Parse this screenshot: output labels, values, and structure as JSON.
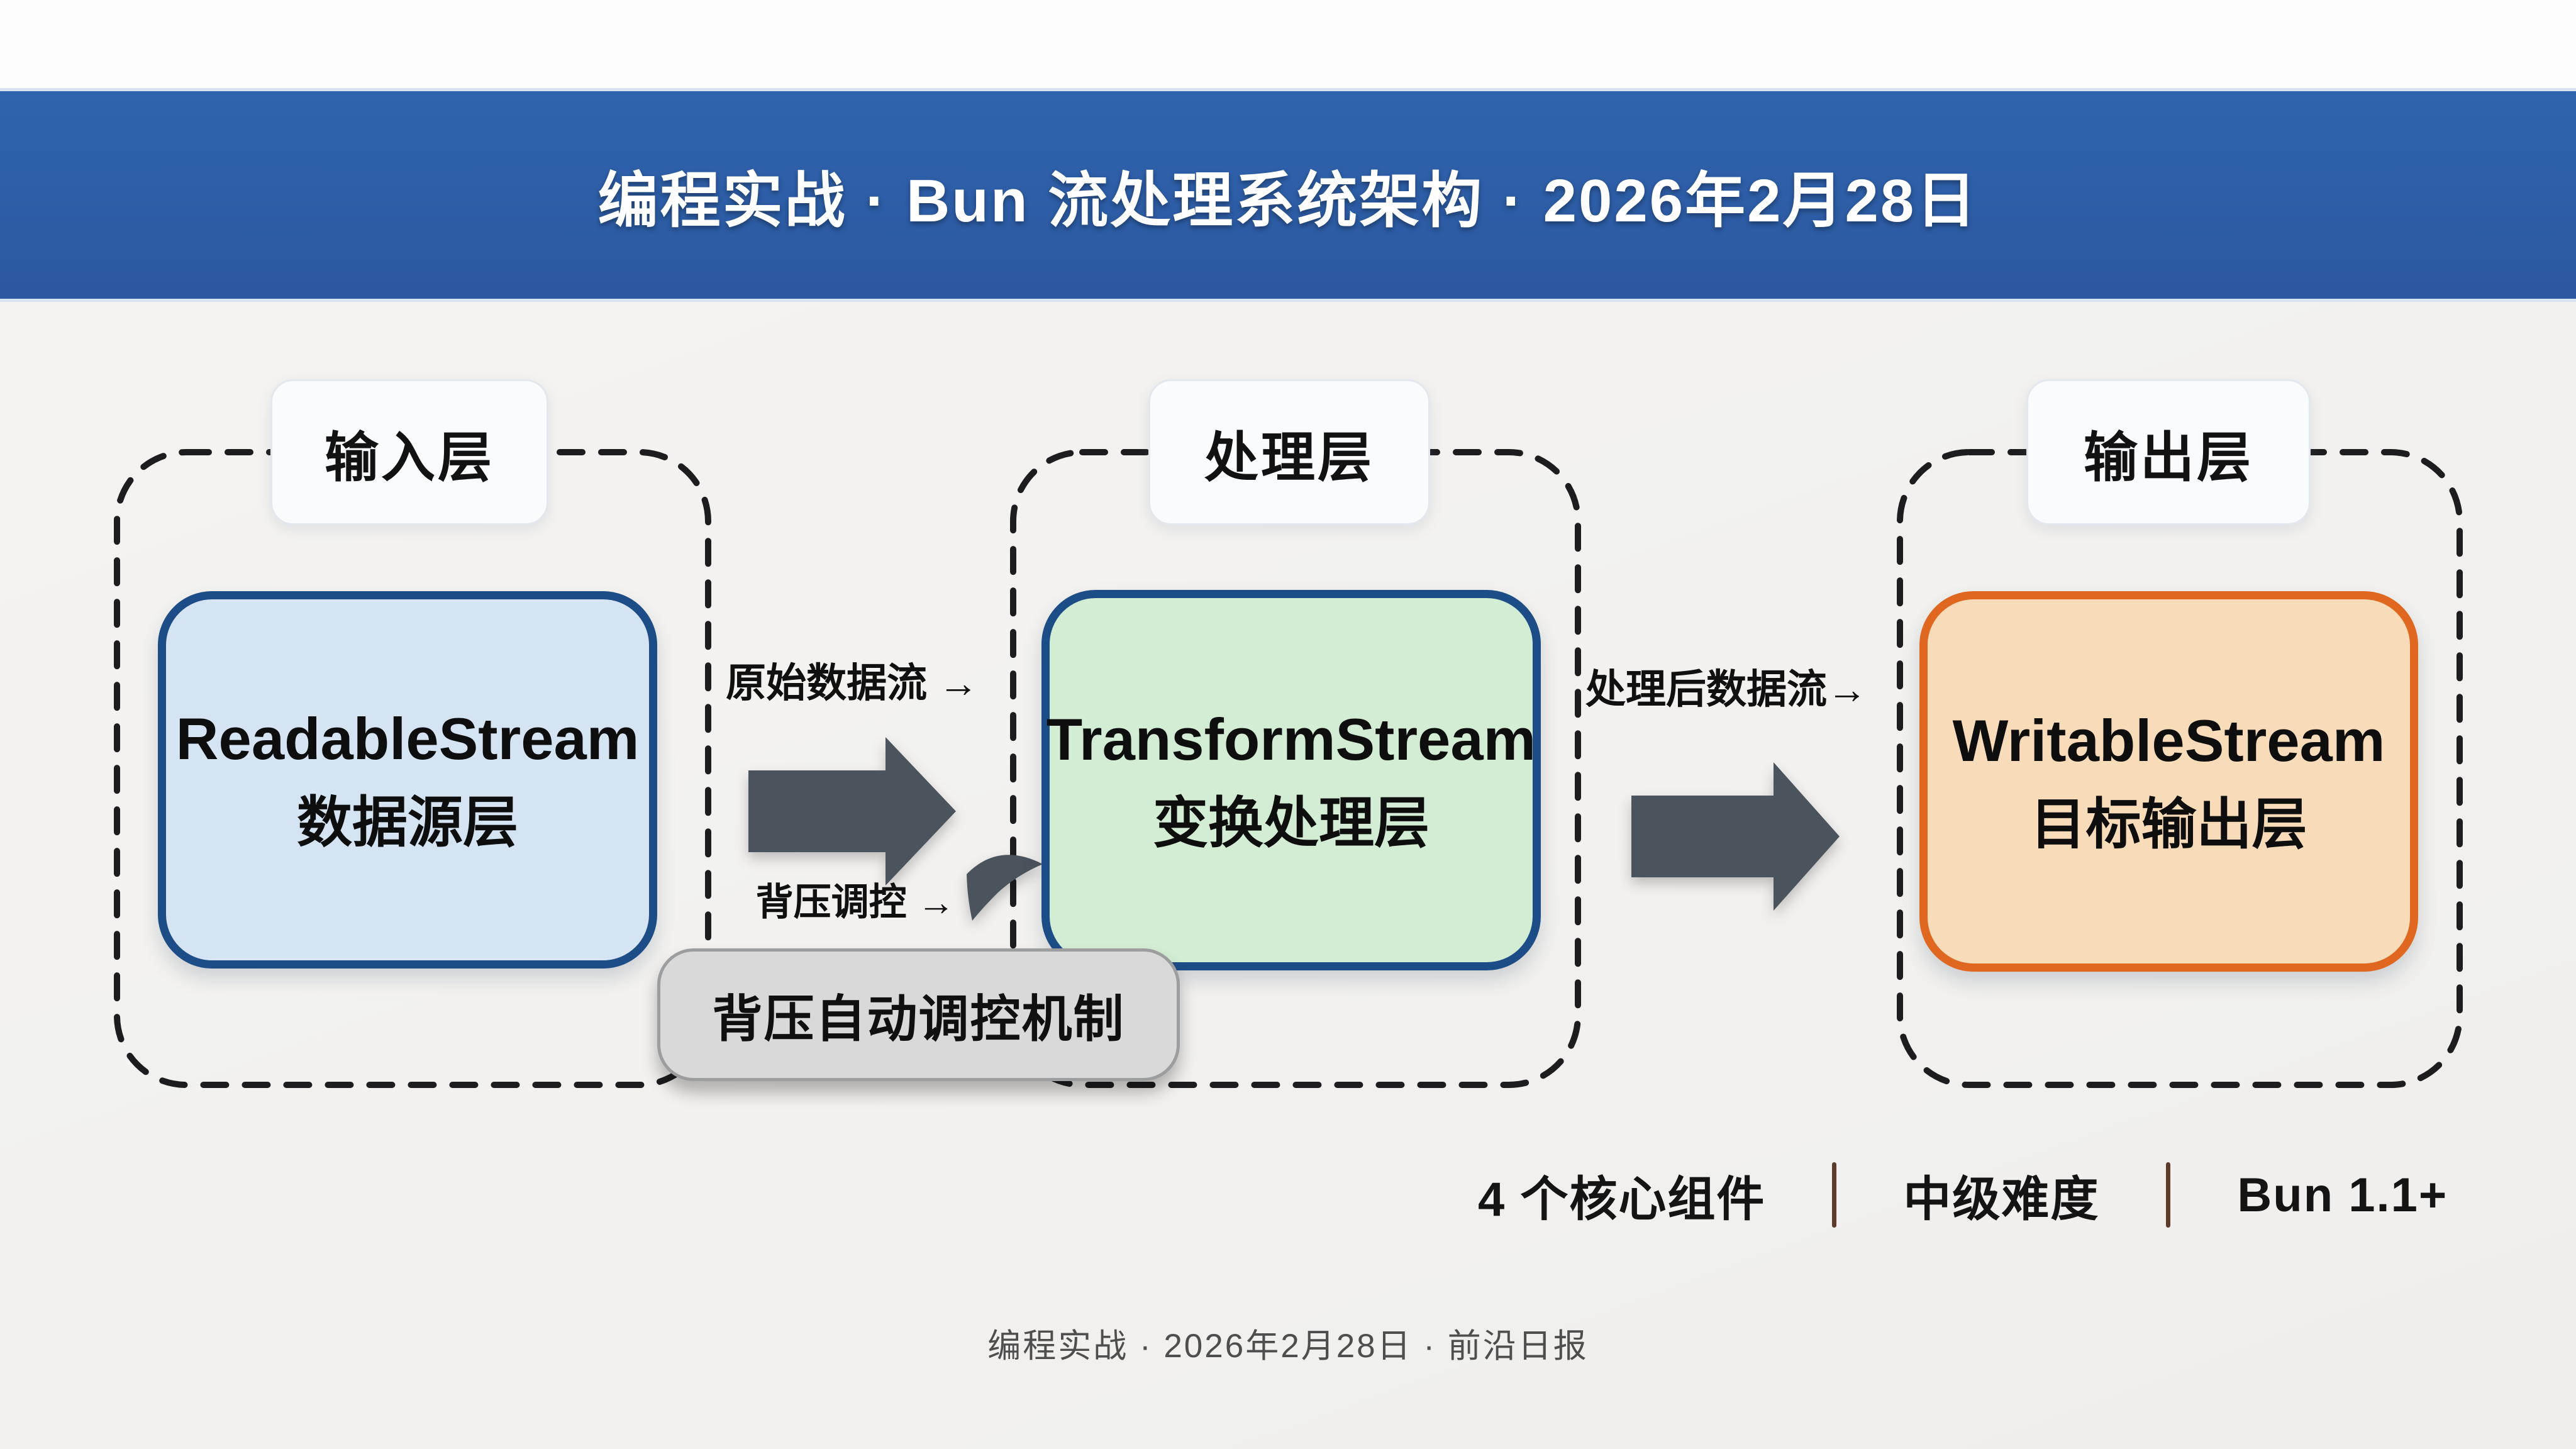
{
  "banner": {
    "title": "编程实战 · Bun 流处理系统架构 · 2026年2月28日",
    "bg_top": "#3064ae",
    "bg_bottom": "#2b58a0",
    "text_color": "#ffffff"
  },
  "groups": [
    {
      "label": "输入层"
    },
    {
      "label": "处理层"
    },
    {
      "label": "输出层"
    }
  ],
  "nodes": [
    {
      "title": "ReadableStream",
      "subtitle": "数据源层",
      "fill": "#d5e4f3",
      "border": "#1d4d86"
    },
    {
      "title": "TransformStream",
      "subtitle": "变换处理层",
      "fill": "#d3edd4",
      "border": "#1d4d86"
    },
    {
      "title": "WritableStream",
      "subtitle": "目标输出层",
      "fill": "#f8dcba",
      "border": "#e0671f"
    }
  ],
  "flows": {
    "raw_label": "原始数据流 →",
    "backpressure_label": "背压调控 →",
    "processed_label": "处理后数据流→",
    "backpressure_box": "背压自动调控机制",
    "arrow_color": "#4b535c"
  },
  "stats": {
    "components": "4 个核心组件",
    "difficulty": "中级难度",
    "version": "Bun 1.1+",
    "divider_color": "#5d3b2b"
  },
  "footer": {
    "text": "编程实战 · 2026年2月28日 · 前沿日报"
  },
  "dash": {
    "color": "#1d1d1f"
  }
}
